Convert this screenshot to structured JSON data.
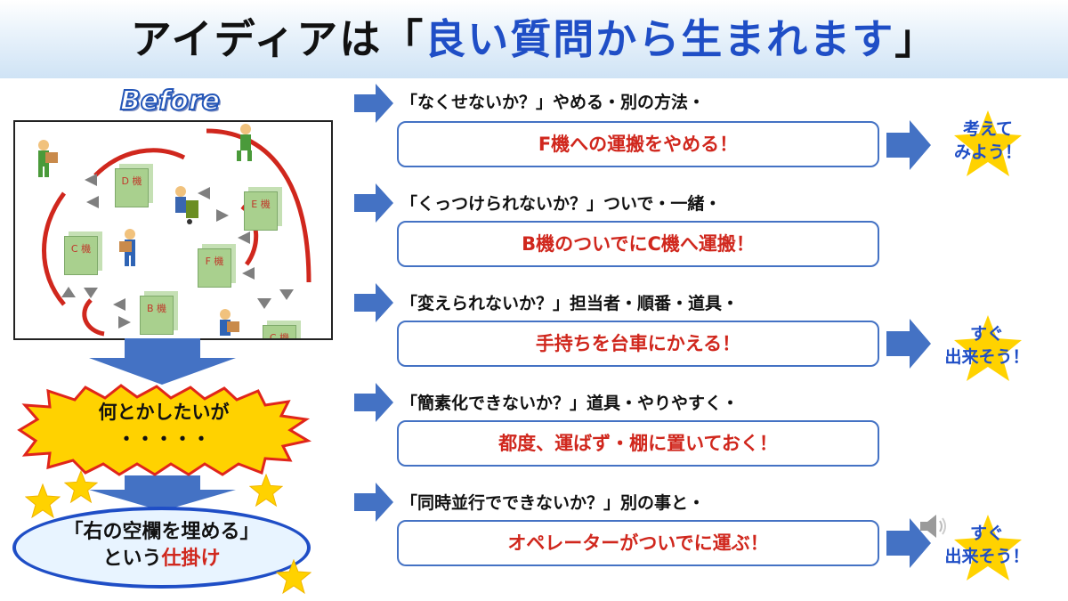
{
  "title": {
    "part1": "アイディアは「",
    "highlight": "良い質問から生まれます",
    "part2": "」"
  },
  "before": {
    "label": "Before",
    "machines": [
      "D\n機",
      "E\n機",
      "C\n機",
      "F\n機",
      "B\n機",
      "C\n機"
    ]
  },
  "problem_burst": {
    "line1": "何とかしたいが",
    "line2": "・・・・・"
  },
  "mechanism": {
    "line1": "「右の空欄を埋める」",
    "line2_prefix": "という",
    "line2_highlight": "仕掛け"
  },
  "questions": [
    {
      "prompt": "「なくせないか？」やめる・別の方法・",
      "answer": "F機への運搬をやめる！"
    },
    {
      "prompt": "「くっつけられないか？」ついで・一緒・",
      "answer": "B機のついでにC機へ運搬！"
    },
    {
      "prompt": "「変えられないか？」担当者・順番・道具・",
      "answer": "手持ちを台車にかえる！"
    },
    {
      "prompt": "「簡素化できないか？」道具・やりやすく・",
      "answer": "都度、運ばず・棚に置いておく！"
    },
    {
      "prompt": "「同時並行でできないか？」別の事と・",
      "answer": "オペレーターがついでに運ぶ！"
    }
  ],
  "side_notes": [
    {
      "line1": "考えて",
      "line2": "みよう！"
    },
    {
      "line1": "すぐ",
      "line2": "出来そう！"
    },
    {
      "line1": "すぐ",
      "line2": "出来そう！"
    }
  ],
  "colors": {
    "accent_blue": "#1f4ec6",
    "arrow_blue": "#4472c4",
    "answer_red": "#d0271d",
    "star_yellow": "#ffd200",
    "cube_green": "#a9d08e"
  }
}
